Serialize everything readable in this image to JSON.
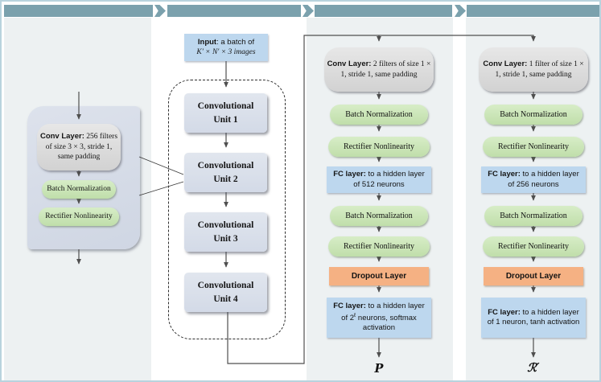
{
  "figure": "CNN architecture flow diagram",
  "colors": {
    "header_bar": "#7ba1ad",
    "column_bg": "#edf1f2",
    "container_fill": "#d5dbe6",
    "unit_box": "#d9dfe9",
    "conv_box": "#dadada",
    "green_box": "#c6e0b4",
    "blue_box": "#bdd7ee",
    "orange_box": "#f5b183",
    "line": "#4f4f4f"
  },
  "conv_unit_detail": {
    "conv_label": "Conv Layer:",
    "conv_text": " 256 filters of size 3 × 3, stride 1, same padding",
    "bn": "Batch Normalization",
    "relu": "Rectifier Nonlinearity"
  },
  "backbone": {
    "input_label": "Input",
    "input_rest": ": a batch of",
    "input_math": "K′ × N′ × 3 images",
    "units": [
      {
        "line1": "Convolutional",
        "line2": "Unit 1"
      },
      {
        "line1": "Convolutional",
        "line2": "Unit 2"
      },
      {
        "line1": "Convolutional",
        "line2": "Unit 3"
      },
      {
        "line1": "Convolutional",
        "line2": "Unit 4"
      }
    ]
  },
  "policy_head": {
    "conv_label": "Conv Layer:",
    "conv_text": " 2 filters of size 1 × 1, stride 1, same padding",
    "bn1": "Batch Normalization",
    "relu1": "Rectifier Nonlinearity",
    "fc1_label": "FC layer:",
    "fc1_text": " to a hidden layer of 512 neurons",
    "bn2": "Batch Normalization",
    "relu2": "Rectifier Nonlinearity",
    "dropout": "Dropout Layer",
    "fc2_label": "FC layer:",
    "fc2_pre": " to a hidden layer of 2",
    "fc2_sup": "ℓ",
    "fc2_post": " neurons, softmax activation",
    "output": "P"
  },
  "value_head": {
    "conv_label": "Conv Layer:",
    "conv_text": " 1 filter of size 1 × 1, stride 1, same padding",
    "bn1": "Batch Normalization",
    "relu1": "Rectifier Nonlinearity",
    "fc1_label": "FC layer:",
    "fc1_text": " to a hidden layer of 256 neurons",
    "bn2": "Batch Normalization",
    "relu2": "Rectifier Nonlinearity",
    "dropout": "Dropout Layer",
    "fc2_label": "FC layer:",
    "fc2_text": " to a hidden layer of 1 neuron, tanh activation",
    "output": "ℛ′"
  }
}
